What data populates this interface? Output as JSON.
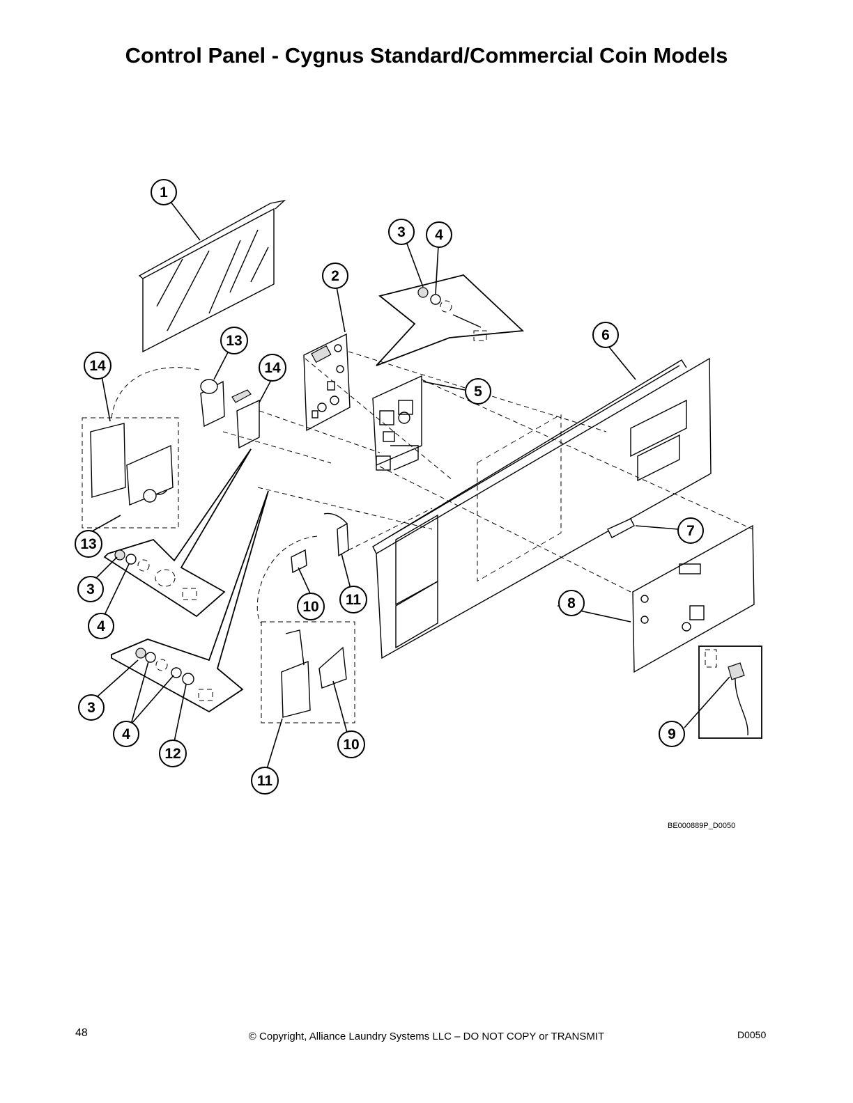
{
  "title": "Control Panel - Cygnus Standard/Commercial Coin Models",
  "figure_id": "BE000889P_D0050",
  "footer": {
    "page_number": "48",
    "copyright": "© Copyright, Alliance Laundry Systems LLC – DO NOT COPY or TRANSMIT",
    "doc_code": "D0050"
  },
  "callouts": [
    {
      "label": "1"
    },
    {
      "label": "2"
    },
    {
      "label": "3"
    },
    {
      "label": "4"
    },
    {
      "label": "5"
    },
    {
      "label": "6"
    },
    {
      "label": "13"
    },
    {
      "label": "14"
    },
    {
      "label": "14"
    },
    {
      "label": "7"
    },
    {
      "label": "13"
    },
    {
      "label": "3"
    },
    {
      "label": "4"
    },
    {
      "label": "10"
    },
    {
      "label": "11"
    },
    {
      "label": "8"
    },
    {
      "label": "3"
    },
    {
      "label": "4"
    },
    {
      "label": "12"
    },
    {
      "label": "10"
    },
    {
      "label": "11"
    },
    {
      "label": "9"
    }
  ]
}
